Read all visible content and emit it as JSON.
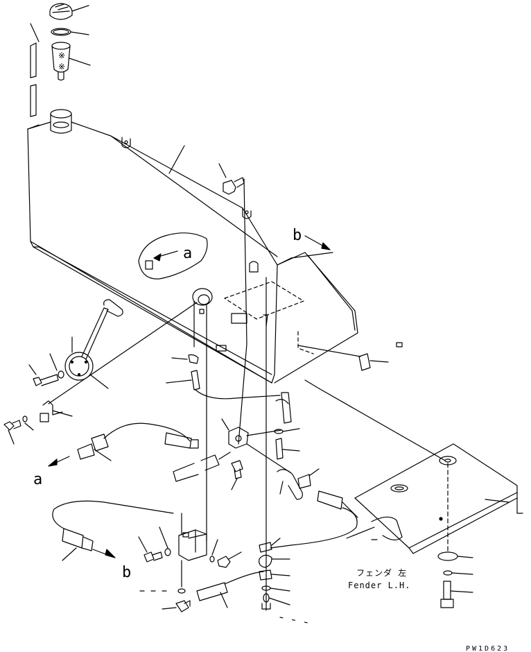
{
  "diagram": {
    "callouts": {
      "a": "a",
      "b": "b"
    },
    "fender_note": {
      "jp": "フェンダ 左",
      "en": "Fender L.H."
    },
    "drawing_code": "PW1D623"
  }
}
